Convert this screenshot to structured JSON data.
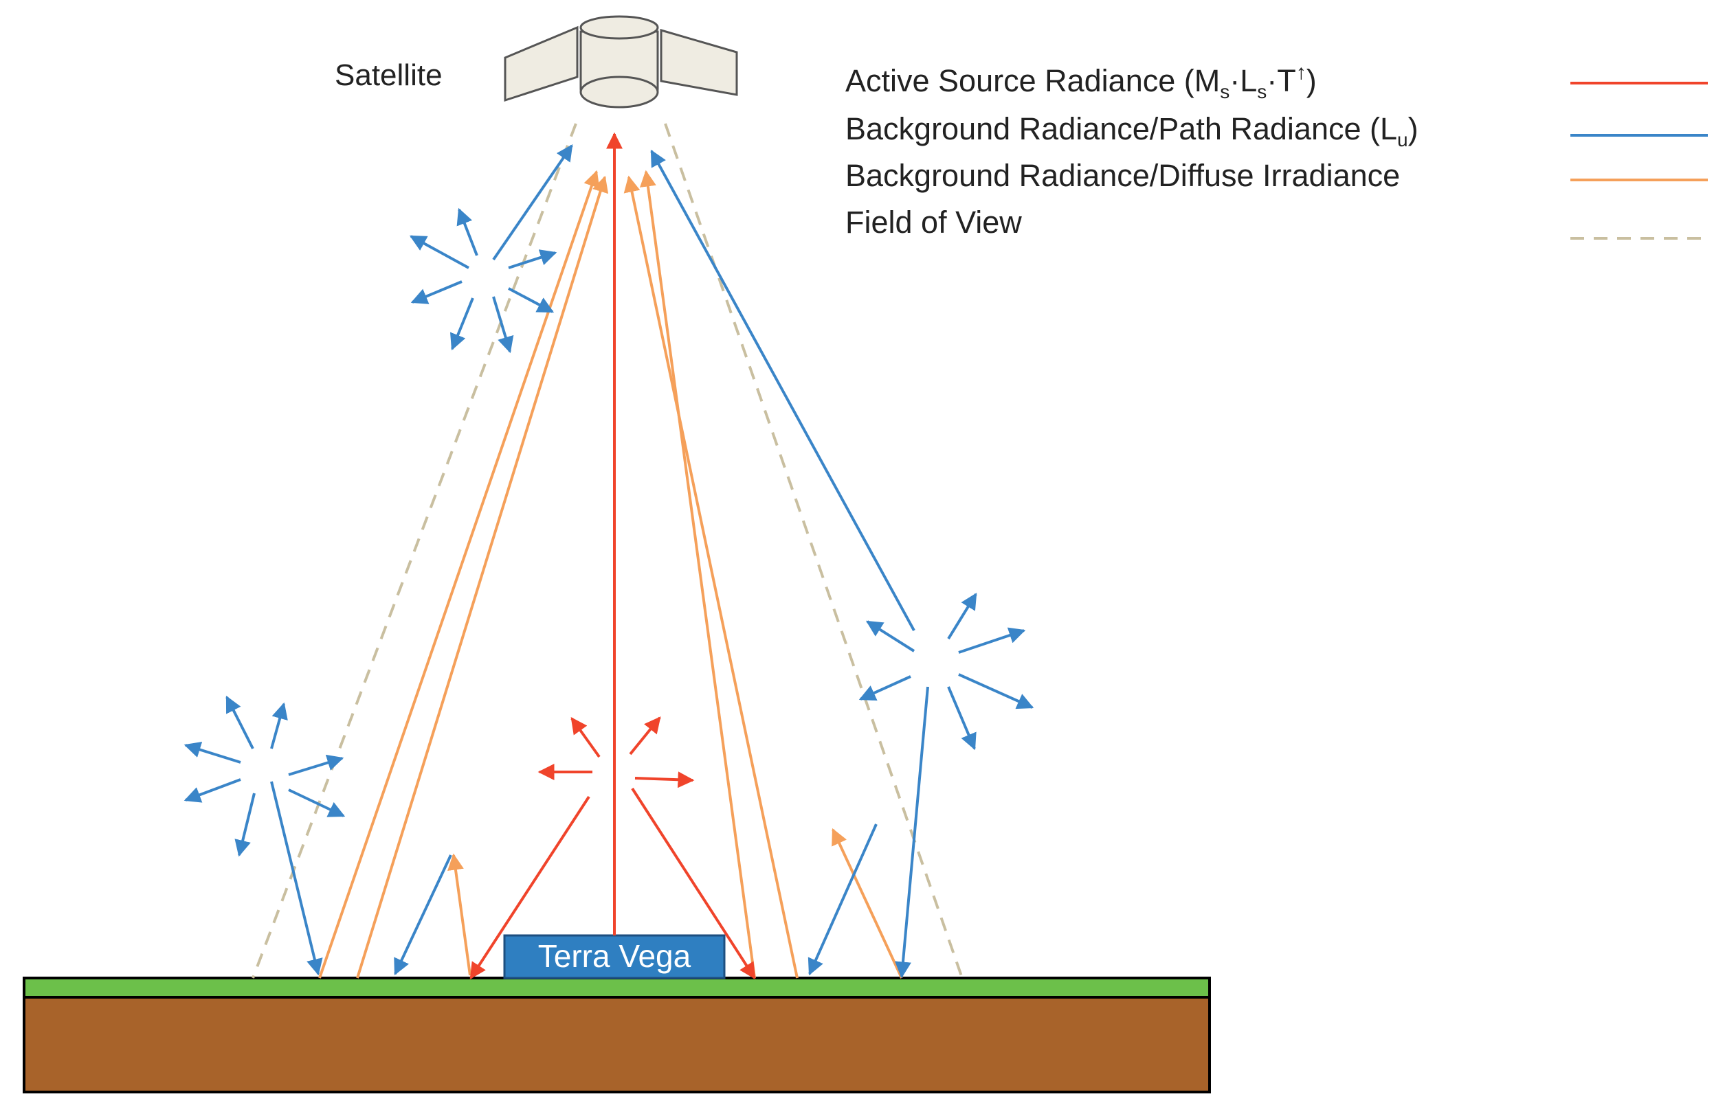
{
  "satellite": {
    "label": "Satellite"
  },
  "target": {
    "label": "Terra Vega"
  },
  "legend": {
    "items": [
      {
        "id": "active",
        "label": "Active Source Radiance (M",
        "sub1": "s",
        "dot1": "·L",
        "sub2": "s",
        "dot2": "·T",
        "sup": "↑",
        "tail": ")",
        "color": "#f0442b",
        "dashed": false
      },
      {
        "id": "path",
        "label": "Background Radiance/Path Radiance (L",
        "sub1": "u",
        "tail": ")",
        "color": "#3a85c8",
        "dashed": false
      },
      {
        "id": "diffuse",
        "label": "Background Radiance/Diffuse Irradiance",
        "color": "#f5a05a",
        "dashed": false
      },
      {
        "id": "fov",
        "label": "Field of View",
        "color": "#c9bfa0",
        "dashed": true
      }
    ]
  },
  "colors": {
    "active": "#f0442b",
    "path": "#3a85c8",
    "diffuse": "#f5a05a",
    "fov": "#c9bfa0",
    "grass": "#6cc04a",
    "soil": "#a8632a",
    "target_fill": "#2f7fc1",
    "satellite_fill": "#efece2"
  }
}
